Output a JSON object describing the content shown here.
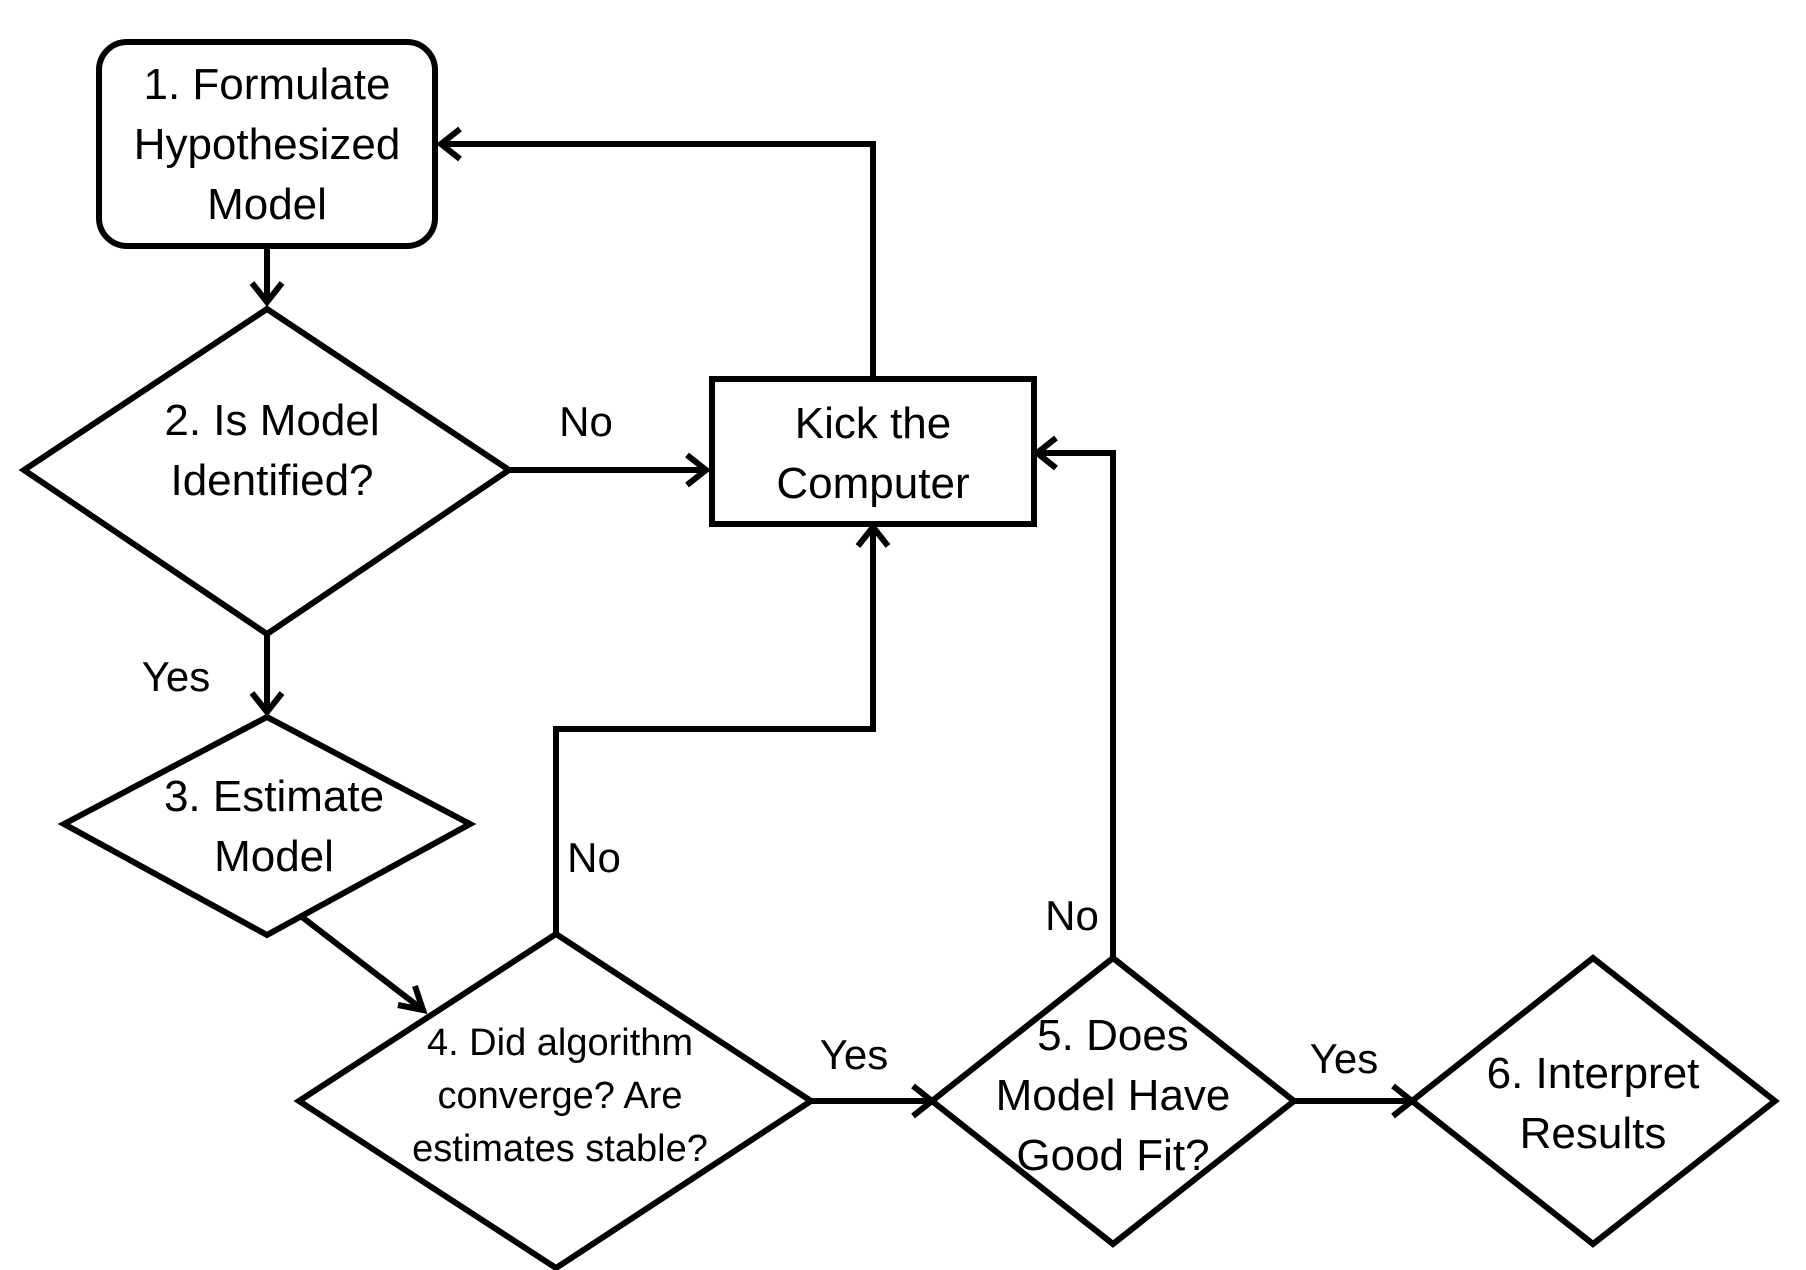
{
  "nodes": {
    "formulate": {
      "lines": [
        "1. Formulate",
        "Hypothesized",
        "Model"
      ]
    },
    "identified": {
      "lines": [
        "2. Is Model",
        "Identified?"
      ]
    },
    "estimate": {
      "lines": [
        "3. Estimate",
        "Model"
      ]
    },
    "converge": {
      "lines": [
        "4. Did algorithm",
        "converge? Are",
        "estimates stable?"
      ]
    },
    "goodfit": {
      "lines": [
        "5. Does",
        "Model Have",
        "Good Fit?"
      ]
    },
    "interpret": {
      "lines": [
        "6. Interpret",
        "Results"
      ]
    },
    "kick": {
      "lines": [
        "Kick the",
        "Computer"
      ]
    }
  },
  "edge_labels": {
    "identified_no": "No",
    "identified_yes": "Yes",
    "converge_no": "No",
    "converge_yes": "Yes",
    "goodfit_no": "No",
    "goodfit_yes": "Yes"
  },
  "colors": {
    "stroke": "#000000",
    "background": "#ffffff"
  }
}
